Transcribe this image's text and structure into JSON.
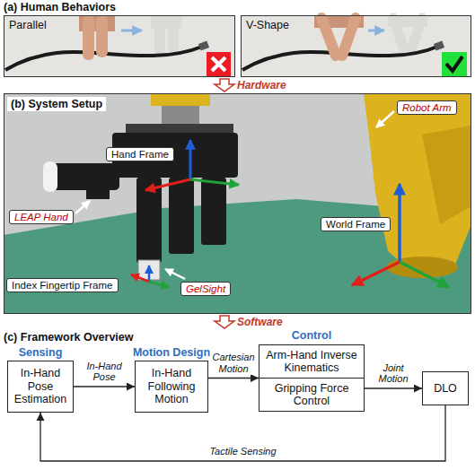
{
  "diagram": {
    "nodes": [
      {
        "text": [
          "Parallel"
        ]
      },
      {
        "text": [
          "V-Shape"
        ]
      },
      {
        "text": [
          "(b) System Setup"
        ]
      },
      {
        "text": [
          "Robot Arm"
        ],
        "in": 2
      },
      {
        "text": [
          "Hand Frame"
        ],
        "in": 2
      },
      {
        "text": [
          "LEAP Hand"
        ],
        "in": 2
      },
      {
        "text": [
          "World Frame"
        ],
        "in": 2
      },
      {
        "text": [
          "Index Fingertip Frame"
        ],
        "in": 2
      },
      {
        "text": [
          "GelSight"
        ],
        "in": 2
      },
      {
        "text": [
          "Sensing",
          "In-Hand Pose Estimation"
        ]
      },
      {
        "text": [
          "Motion Design",
          "In-Hand Following Motion"
        ]
      },
      {
        "text": [
          "Control"
        ]
      },
      {
        "text": [
          "Arm-Hand Inverse Kinematics"
        ],
        "in": 11
      },
      {
        "text": [
          "Gripping Force Control"
        ],
        "in": 11
      },
      {
        "text": [
          "DLO"
        ]
      }
    ],
    "edges": [
      {
        "from": 9,
        "to": 10,
        "arrow": "to",
        "label": "In-Hand Pose"
      },
      {
        "from": 10,
        "to": 11,
        "arrow": "to",
        "label": "Cartesian Motion"
      },
      {
        "from": 11,
        "to": 14,
        "arrow": "to",
        "label": "Joint Motion"
      },
      {
        "from": 14,
        "to": 9,
        "arrow": "to",
        "label": "Tactile Sensing"
      }
    ],
    "labels": [
      "(a) Human Behaviors",
      "Hardware",
      "Software",
      "(c) Framework Overview"
    ]
  }
}
